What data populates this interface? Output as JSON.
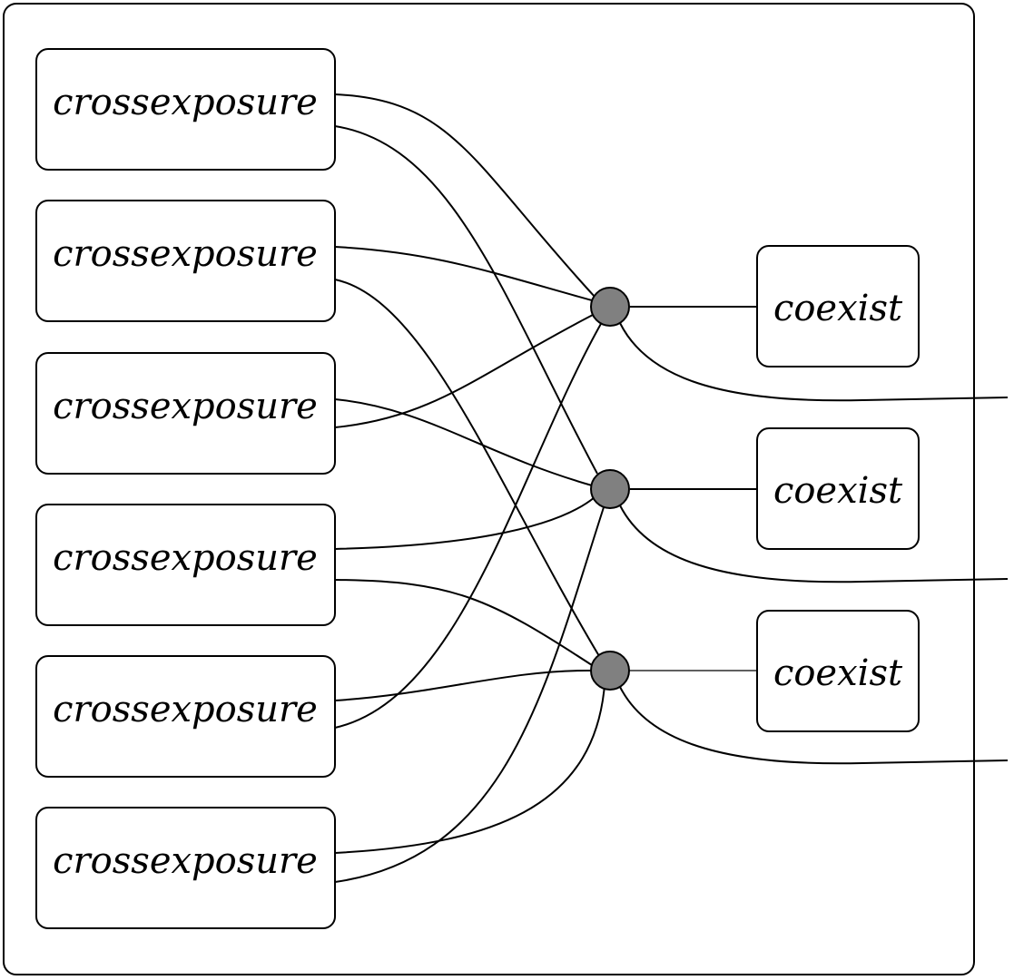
{
  "diagram": {
    "type": "string diagram",
    "left_boxes": [
      {
        "label": "crossexposure"
      },
      {
        "label": "crossexposure"
      },
      {
        "label": "crossexposure"
      },
      {
        "label": "crossexposure"
      },
      {
        "label": "crossexposure"
      },
      {
        "label": "crossexposure"
      }
    ],
    "right_boxes": [
      {
        "label": "coexist"
      },
      {
        "label": "coexist"
      },
      {
        "label": "coexist"
      }
    ],
    "junctions": [
      {
        "id": "junction-1"
      },
      {
        "id": "junction-2"
      },
      {
        "id": "junction-3"
      }
    ],
    "colors": {
      "junction_fill": "#808080",
      "stroke": "#000000",
      "background": "#ffffff"
    },
    "connections": [
      {
        "from": "box-1.out-1",
        "to": "junction-1"
      },
      {
        "from": "box-1.out-2",
        "to": "junction-2"
      },
      {
        "from": "box-2.out-1",
        "to": "junction-1"
      },
      {
        "from": "box-2.out-2",
        "to": "junction-3"
      },
      {
        "from": "box-3.out-1",
        "to": "junction-2"
      },
      {
        "from": "box-3.out-2",
        "to": "junction-1"
      },
      {
        "from": "box-4.out-1",
        "to": "junction-2"
      },
      {
        "from": "box-4.out-2",
        "to": "junction-3"
      },
      {
        "from": "box-5.out-1",
        "to": "junction-3"
      },
      {
        "from": "box-5.out-2",
        "to": "junction-1"
      },
      {
        "from": "box-6.out-1",
        "to": "junction-3"
      },
      {
        "from": "box-6.out-2",
        "to": "junction-2"
      },
      {
        "from": "junction-1",
        "to": "coexist-1"
      },
      {
        "from": "junction-2",
        "to": "coexist-2"
      },
      {
        "from": "junction-3",
        "to": "coexist-3"
      },
      {
        "from": "junction-1",
        "to": "output-1"
      },
      {
        "from": "junction-2",
        "to": "output-2"
      },
      {
        "from": "junction-3",
        "to": "output-3"
      }
    ]
  }
}
